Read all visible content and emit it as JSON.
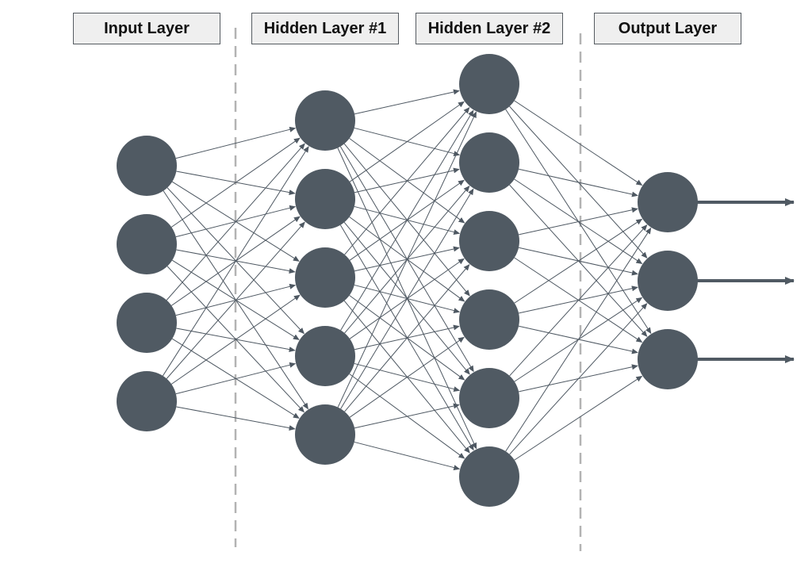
{
  "labels": {
    "input": "Input Layer",
    "hidden1": "Hidden Layer #1",
    "hidden2": "Hidden Layer #2",
    "output": "Output Layer"
  },
  "network": {
    "layer_sizes": [
      4,
      5,
      6,
      3
    ],
    "fully_connected": true,
    "output_arrows": true
  },
  "colors": {
    "node": "#505a63",
    "edge": "#4e5862",
    "separator": "#b3b3b3",
    "label_bg": "#efefef",
    "label_border": "#555b61"
  }
}
